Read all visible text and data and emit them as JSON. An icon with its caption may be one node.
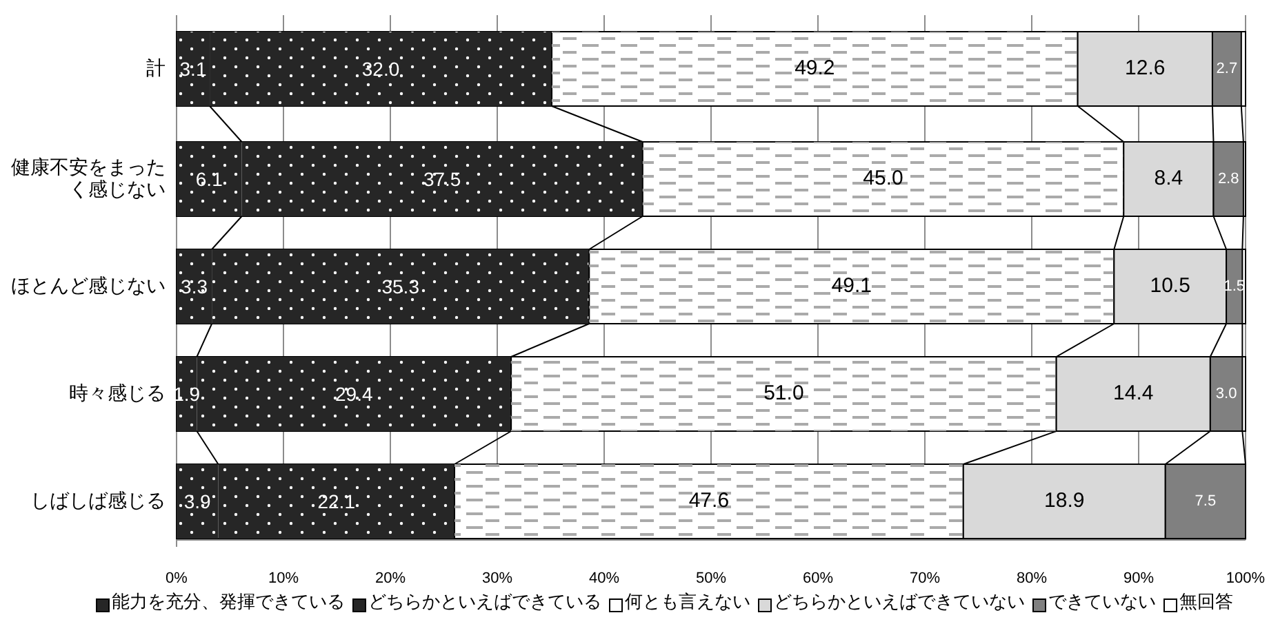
{
  "diagram": {
    "chart_data": {
      "type": "bar",
      "orientation": "horizontal",
      "stacked": true,
      "data_labels": true,
      "grid": true,
      "legend": true,
      "categories": [
        "計",
        "健康不安をまったく感じない",
        "ほとんど感じない",
        "時々感じる",
        "しばしば感じる"
      ],
      "xlim": [
        0,
        100
      ],
      "xticks": [
        {
          "value": 0,
          "label": "0%"
        },
        {
          "value": 10,
          "label": "10%"
        },
        {
          "value": 20,
          "label": "20%"
        },
        {
          "value": 30,
          "label": "30%"
        },
        {
          "value": 40,
          "label": "40%"
        },
        {
          "value": 50,
          "label": "50%"
        },
        {
          "value": 60,
          "label": "60%"
        },
        {
          "value": 70,
          "label": "70%"
        },
        {
          "value": 80,
          "label": "80%"
        },
        {
          "value": 90,
          "label": "90%"
        },
        {
          "value": 100,
          "label": "100%"
        }
      ],
      "series": [
        {
          "name": "能力を充分、発揮できている",
          "color": "#262626",
          "values": [
            3.1,
            6.1,
            3.3,
            1.9,
            3.9
          ],
          "value_labels": [
            "3.1",
            "6.1",
            "3.3",
            "1.9",
            "3.9"
          ]
        },
        {
          "name": "どちらかといえばできている",
          "color": "#262626",
          "values": [
            32.0,
            37.5,
            35.3,
            29.4,
            22.1
          ],
          "value_labels": [
            "32.0",
            "37.5",
            "35.3",
            "29.4",
            "22.1"
          ]
        },
        {
          "name": "何とも言えない",
          "color": "#ffffff",
          "values": [
            49.2,
            45.0,
            49.1,
            51.0,
            47.6
          ],
          "value_labels": [
            "49.2",
            "45.0",
            "49.1",
            "51.0",
            "47.6"
          ]
        },
        {
          "name": "どちらかといえばできていない",
          "color": "#d9d9d9",
          "values": [
            12.6,
            8.4,
            10.5,
            14.4,
            18.9
          ],
          "value_labels": [
            "12.6",
            "8.4",
            "10.5",
            "14.4",
            "18.9"
          ]
        },
        {
          "name": "できていない",
          "color": "#808080",
          "values": [
            2.7,
            2.8,
            1.5,
            3.0,
            7.5
          ],
          "value_labels": [
            "2.7",
            "2.8",
            "1.5",
            "3.0",
            "7.5"
          ]
        },
        {
          "name": "無回答",
          "color": "#ffffff",
          "values": [
            null,
            null,
            null,
            null,
            null
          ]
        }
      ]
    }
  }
}
